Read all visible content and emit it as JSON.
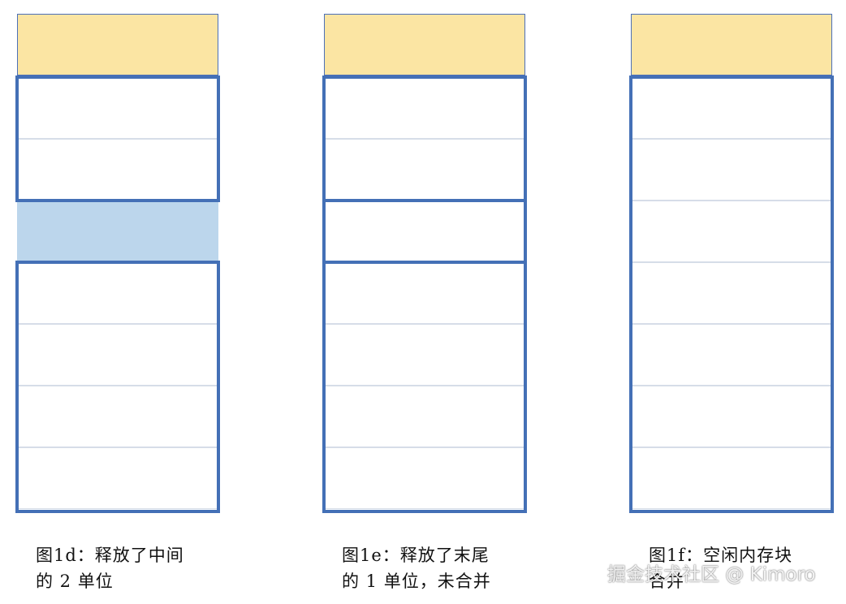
{
  "captions": [
    {
      "line1": "图1d：释放了中间",
      "line2": "的 2 单位"
    },
    {
      "line1": "图1e：释放了末尾",
      "line2": "的 1 单位，未合并"
    },
    {
      "line1": "图1f：空闲内存块",
      "line2": "合并"
    }
  ],
  "watermark": "掘金技术社区 @ Kimoro",
  "colors": {
    "header_fill": "#fbe5a3",
    "freed_fill": "#bcd6ec",
    "block_border": "#4470b6",
    "cell_divider": "#d6dde8"
  }
}
